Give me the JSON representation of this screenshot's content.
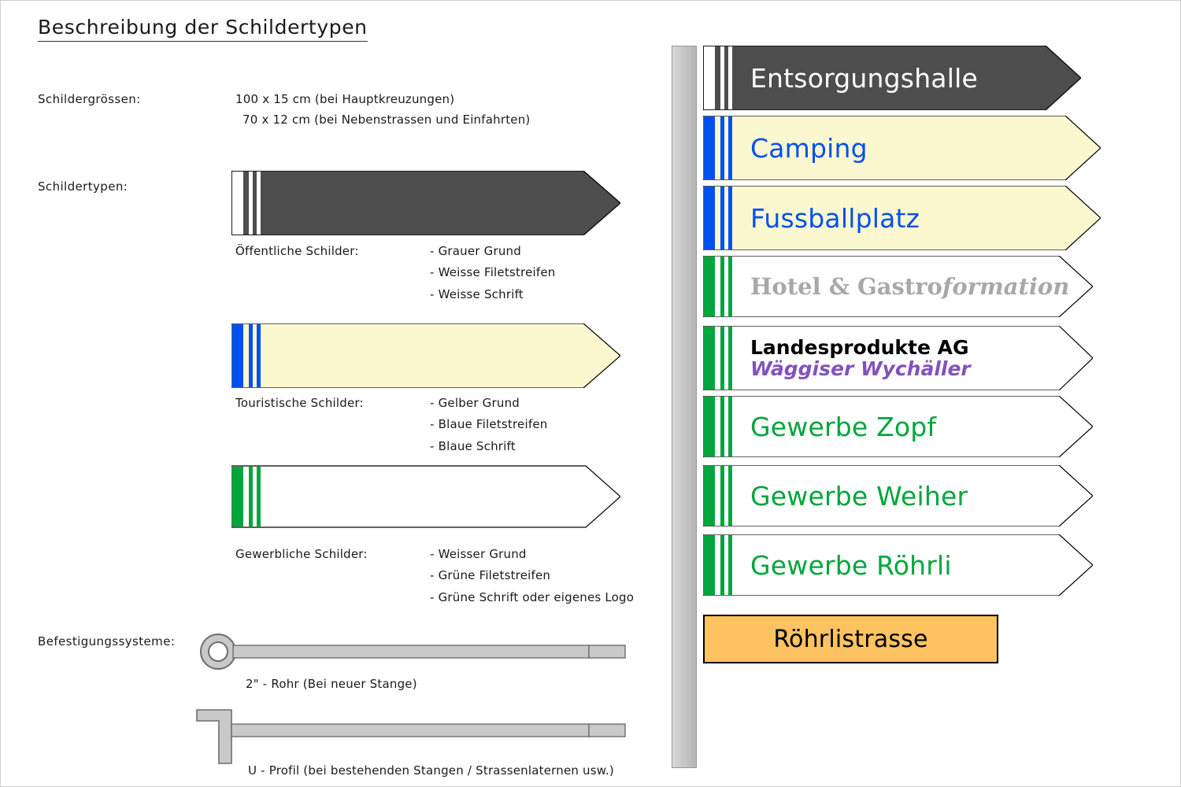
{
  "title": "Beschreibung der Schildertypen",
  "left": {
    "sizes_label": "Schildergrössen:",
    "sizes": [
      "100 x 15 cm  (bei Hauptkreuzungen)",
      "70 x 12 cm  (bei Nebenstrassen und Einfahrten)"
    ],
    "types_label": "Schildertypen:",
    "type_public": {
      "name": "Öffentliche Schilder:",
      "bullets": [
        "- Grauer Grund",
        "- Weisse Filetstreifen",
        "- Weisse Schrift"
      ]
    },
    "type_tourist": {
      "name": "Touristische Schilder:",
      "bullets": [
        "- Gelber Grund",
        "- Blaue Filetstreifen",
        "- Blaue Schrift"
      ]
    },
    "type_commercial": {
      "name": "Gewerbliche Schilder:",
      "bullets": [
        "- Weisser Grund",
        "- Grüne Filetstreifen",
        "- Grüne Schrift oder eigenes Logo"
      ]
    },
    "mounting_label": "Befestigungssysteme:",
    "mounting_pipe": "2\" - Rohr (Bei neuer Stange)",
    "mounting_profile": "U - Profil  (bei bestehenden Stangen / Strassenlaternen usw.)"
  },
  "colors": {
    "grey_sign": "#4d4d4d",
    "yellow_sign": "#fbf8d0",
    "white_sign": "#ffffff",
    "blue_stripe": "#0050f0",
    "green_stripe": "#00a63c",
    "white_stripe": "#ffffff",
    "street_plate": "#fcc360",
    "pole": "#c9c9c9",
    "text_blue": "#0050f0",
    "text_green": "#00a63c",
    "text_purple": "#8352be",
    "text_grey": "#a8a8a8"
  },
  "signs": [
    {
      "label": "Entsorgungshalle",
      "style": "public"
    },
    {
      "label": "Camping",
      "style": "tourist"
    },
    {
      "label": "Fussballplatz",
      "style": "tourist"
    },
    {
      "label": "Hotel & Gastro",
      "label_suffix": "formation",
      "style": "commercial-logo"
    },
    {
      "label": "Landesprodukte AG",
      "label2": "Wäggiser Wychäller",
      "style": "commercial-two-line"
    },
    {
      "label": "Gewerbe Zopf",
      "style": "commercial"
    },
    {
      "label": "Gewerbe Weiher",
      "style": "commercial"
    },
    {
      "label": "Gewerbe Röhrli",
      "style": "commercial"
    }
  ],
  "street_plate": {
    "label": "Röhrlistrasse"
  }
}
